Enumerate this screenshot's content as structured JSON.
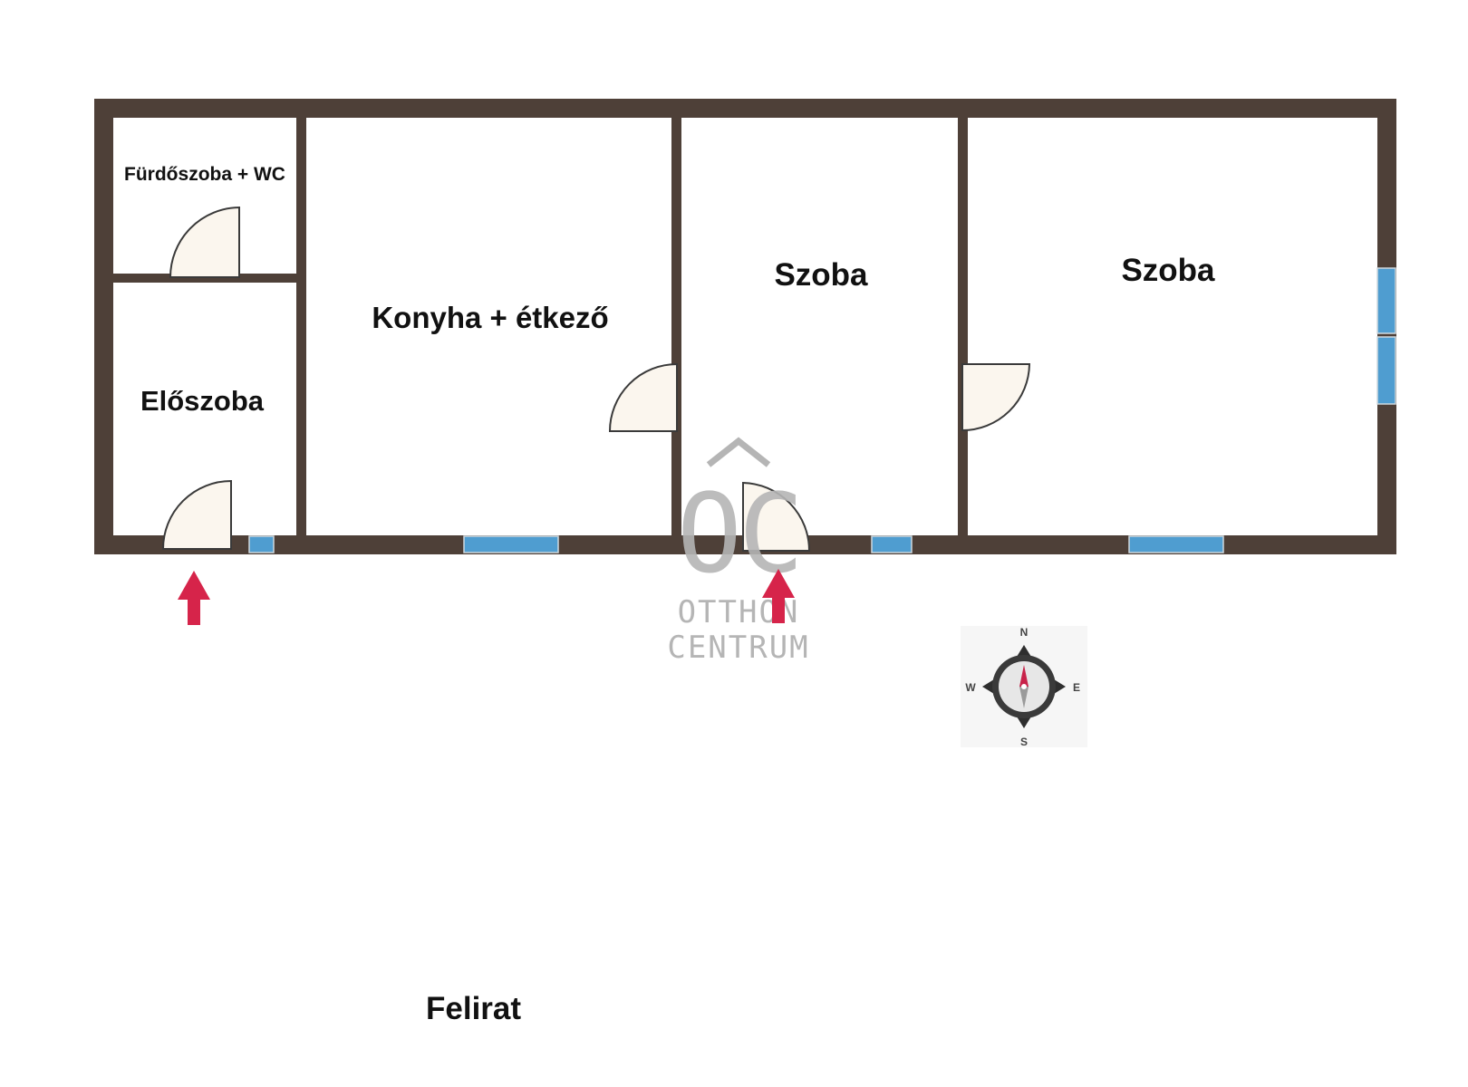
{
  "rooms": {
    "bathroom": "Fürdőszoba + WC",
    "hallway": "Előszoba",
    "kitchen": "Konyha + étkező",
    "room_1": "Szoba",
    "room_2": "Szoba"
  },
  "watermark": {
    "monogram": "OC",
    "line1": "OTTHON",
    "line2": "CENTRUM"
  },
  "compass": {
    "n": "N",
    "s": "S",
    "e": "E",
    "w": "W"
  },
  "caption": "Felirat",
  "colors": {
    "wall": "#4e4038",
    "window": "#4f9dd0",
    "door_fill": "#fbf6ee",
    "entrance_arrow": "#d6244a",
    "watermark": "#b5b5b5"
  }
}
